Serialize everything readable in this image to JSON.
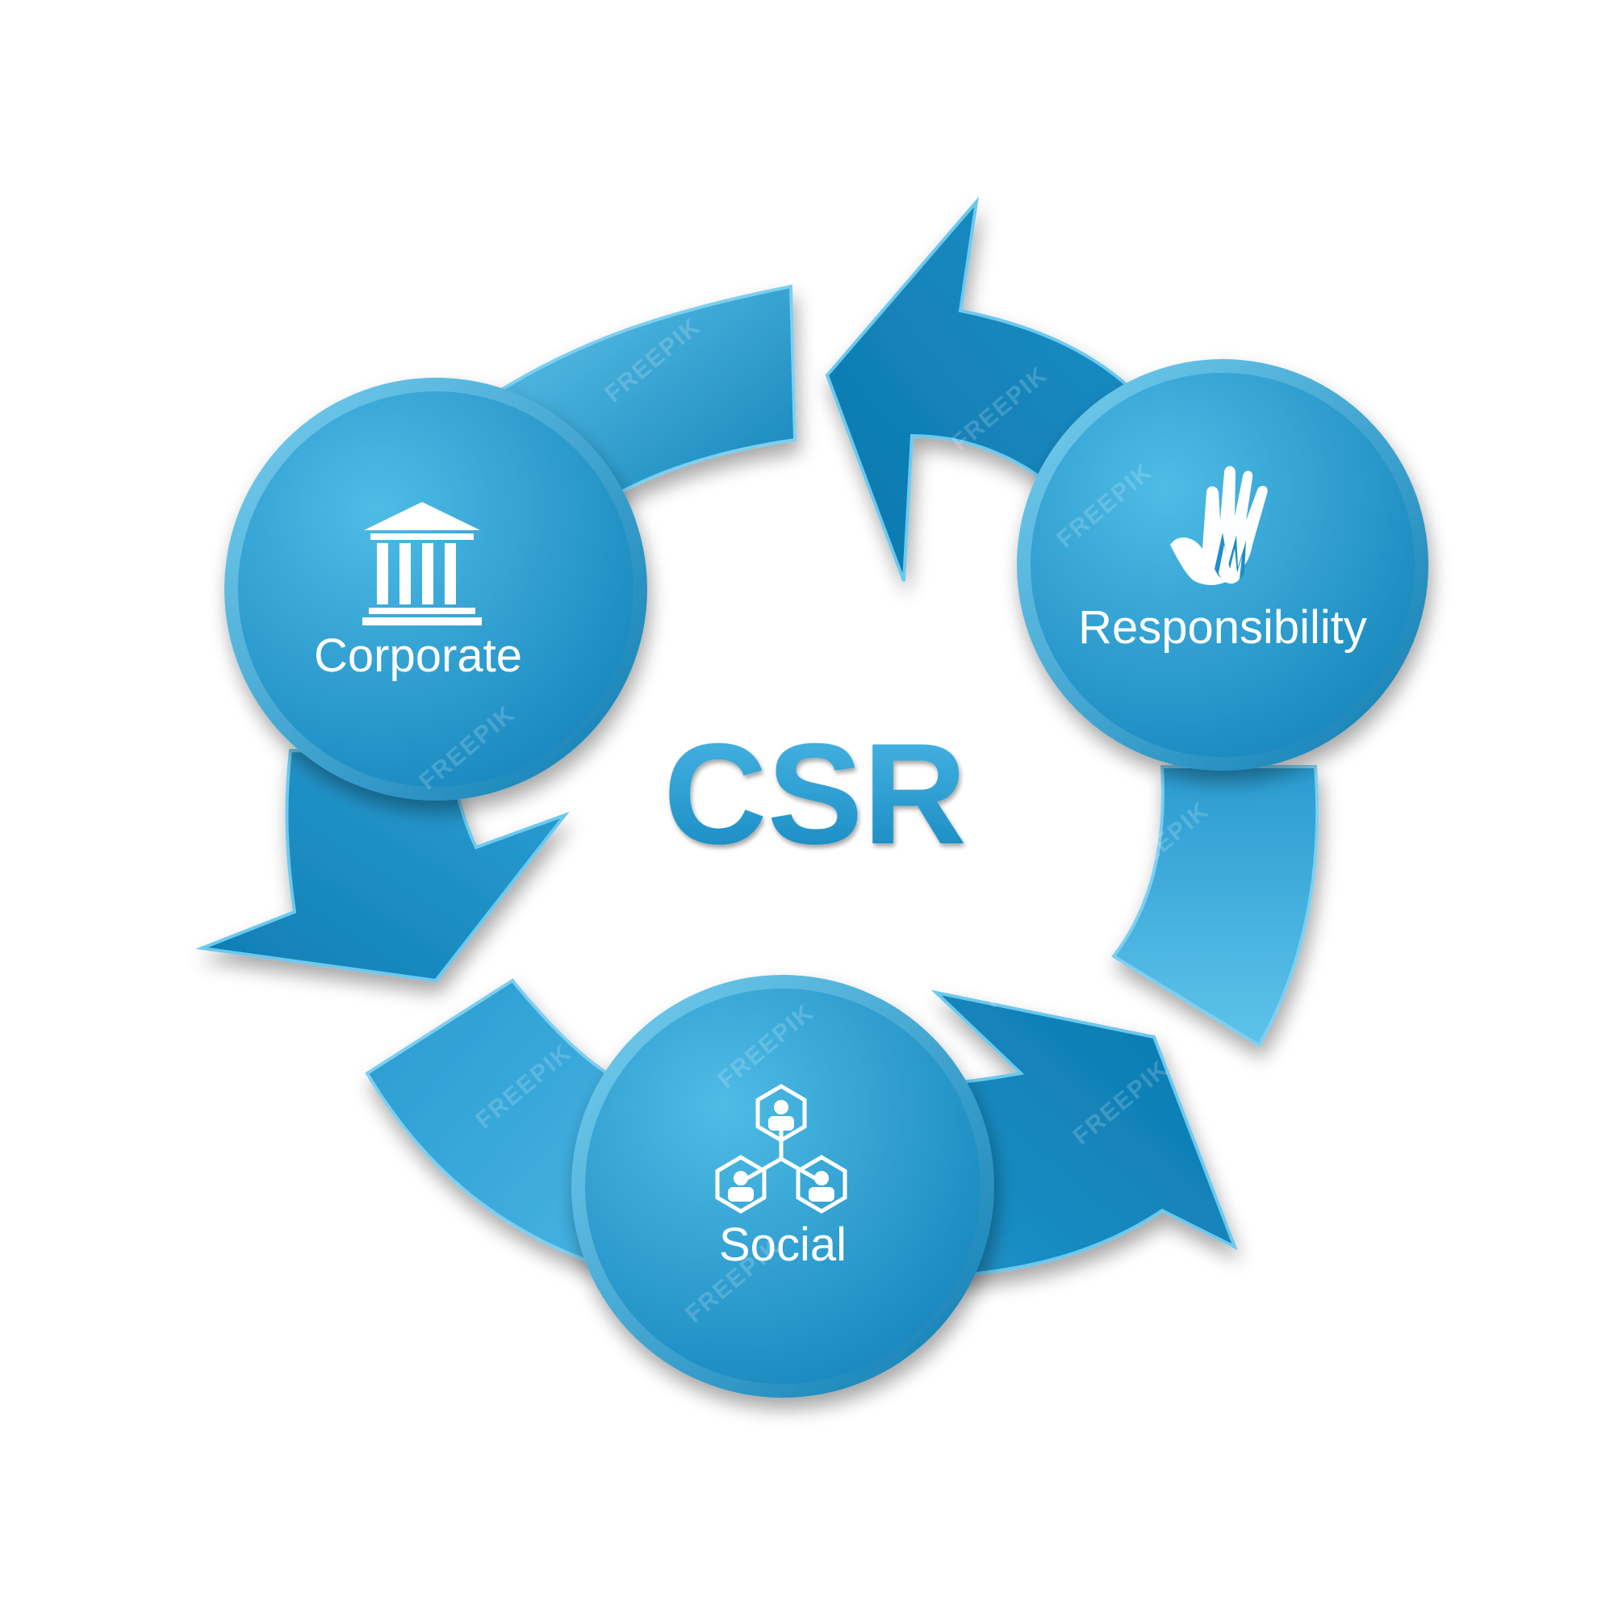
{
  "title": "CSR",
  "nodes": [
    {
      "id": "corporate",
      "label": "Corporate",
      "icon": "bank-building-icon"
    },
    {
      "id": "responsibility",
      "label": "Responsibility",
      "icon": "helping-hands-icon"
    },
    {
      "id": "social",
      "label": "Social",
      "icon": "social-network-icon"
    }
  ],
  "watermark": "FREEPIK",
  "colors": {
    "arrow_light": "#5ec3ea",
    "arrow_dark": "#0e7fb4",
    "circle_light": "#52bde7",
    "circle_dark": "#1a8dc3",
    "title_top": "#4bb8e6",
    "title_bottom": "#1487bf"
  }
}
